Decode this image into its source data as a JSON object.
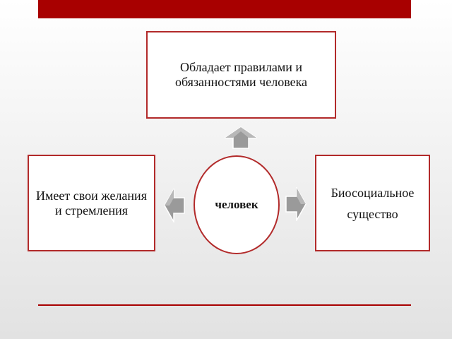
{
  "diagram": {
    "center": "человек",
    "top": "Обладает правилами и обязанностями человека",
    "left": "Имеет свои желания и стремления",
    "right": "Биосоциальное существо"
  },
  "colors": {
    "accent": "#a80000",
    "border": "#b22a2a",
    "arrow_fill": "#9a9a9a"
  },
  "icons": [
    "arrow-up-icon",
    "arrow-left-icon",
    "arrow-right-icon"
  ]
}
